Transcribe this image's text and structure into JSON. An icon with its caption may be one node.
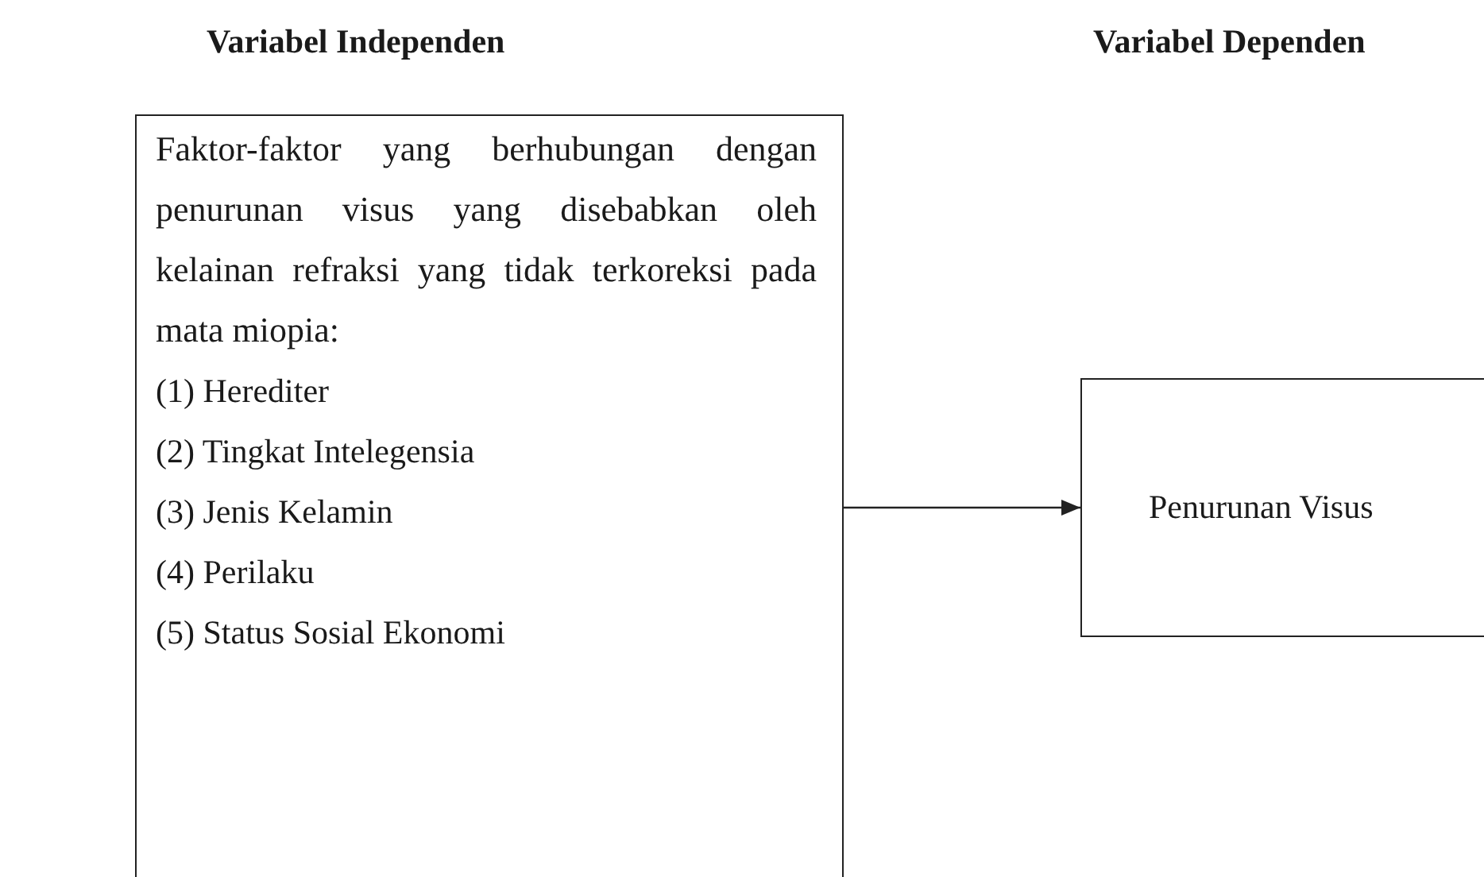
{
  "diagram": {
    "nodes": [
      {
        "text": [
          "Faktor-faktor yang berhubungan dengan penurunan visus yang disebabkan oleh kelainan refraksi yang tidak terkoreksi pada mata miopia:",
          "(1) Herediter",
          "(2) Tingkat Intelegensia",
          "(3) Jenis Kelamin",
          "(4) Perilaku",
          "(5) Status Sosial Ekonomi"
        ]
      },
      {
        "text": [
          "Penurunan Visus"
        ]
      }
    ],
    "edges": [
      {
        "from": 0,
        "to": 1,
        "arrow": "to"
      }
    ],
    "labels": [
      "Variabel Independen",
      "Variabel Dependen"
    ]
  }
}
